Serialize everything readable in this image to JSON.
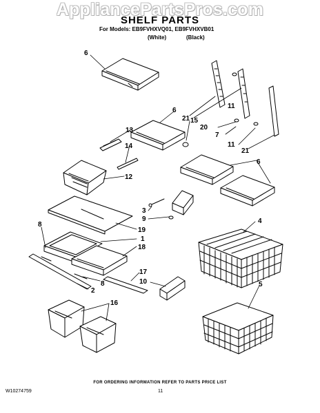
{
  "watermark": "AppliancePartsPros.com",
  "title": "SHELF PARTS",
  "models_line": "For Models: EB9FVHXVQ01, EB9FVHXVB01",
  "color_white": "(White)",
  "color_black": "(Black)",
  "order_note": "FOR ORDERING INFORMATION REFER TO PARTS PRICE LIST",
  "doc_number": "W10274759",
  "page_number": "11",
  "callouts": {
    "c6a": "6",
    "c6b": "6",
    "c6c": "6",
    "c11a": "11",
    "c11b": "11",
    "c15": "15",
    "c21a": "21",
    "c21b": "21",
    "c20": "20",
    "c7": "7",
    "c13": "13",
    "c14": "14",
    "c12": "12",
    "c3": "3",
    "c9": "9",
    "c19": "19",
    "c8a": "8",
    "c1": "1",
    "c18": "18",
    "c4": "4",
    "c17": "17",
    "c2": "2",
    "c8b": "8",
    "c10": "10",
    "c5": "5",
    "c16": "16"
  }
}
